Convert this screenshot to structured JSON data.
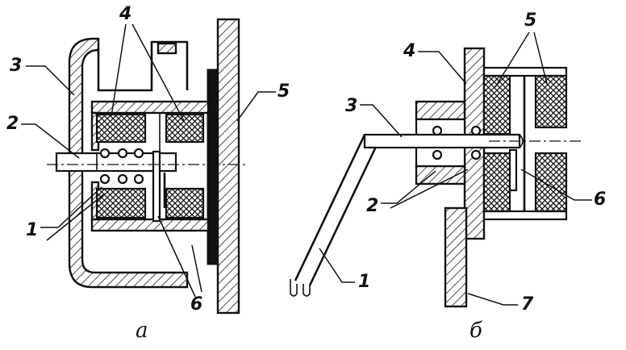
{
  "figures": [
    {
      "caption": "а",
      "labels": [
        "1",
        "2",
        "3",
        "4",
        "5",
        "6"
      ]
    },
    {
      "caption": "б",
      "labels": [
        "1",
        "2",
        "3",
        "4",
        "5",
        "6",
        "7"
      ]
    }
  ],
  "colors": {
    "ink": "#111111",
    "paper": "#ffffff"
  }
}
